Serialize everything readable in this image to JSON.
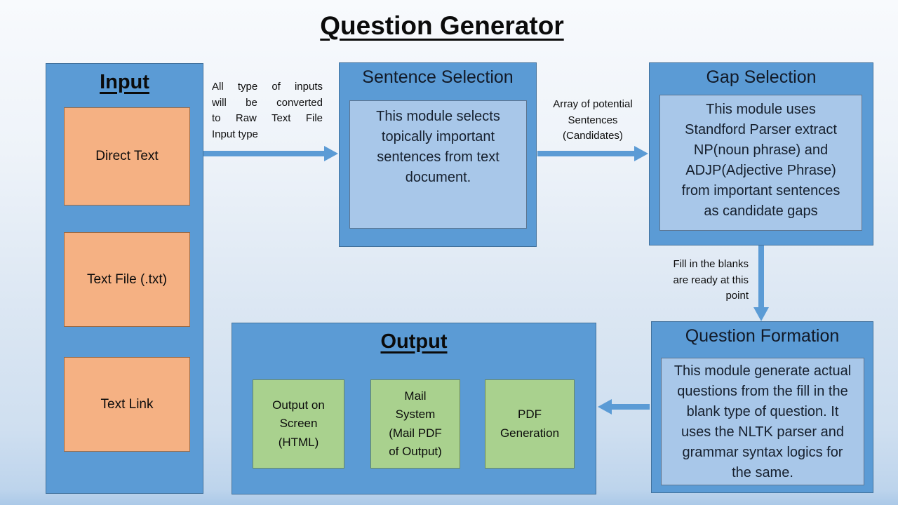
{
  "title": "Question Generator",
  "colors": {
    "group_blue": "#5b9bd5",
    "inner_light_blue": "#a8c7e9",
    "input_orange": "#f5b183",
    "output_green": "#a9d18e",
    "arrow_blue": "#5b9bd5",
    "background_top": "#f8fafd",
    "background_bottom": "#abc9e8"
  },
  "input": {
    "title": "Input",
    "items": [
      "Direct Text",
      "Text File (.txt)",
      "Text Link"
    ]
  },
  "modules": {
    "sentence_selection": {
      "title": "Sentence Selection",
      "body": "This module selects topically important sentences from text document."
    },
    "gap_selection": {
      "title": "Gap Selection",
      "body": "This module uses Standford Parser extract NP(noun phrase) and ADJP(Adjective Phrase) from important sentences as candidate gaps"
    },
    "question_formation": {
      "title": "Question Formation",
      "body": "This module generate actual questions from the fill in the blank type of question. It uses the NLTK parser and grammar syntax logics for the same."
    }
  },
  "output": {
    "title": "Output",
    "items": [
      "Output on Screen (HTML)",
      "Mail System (Mail PDF of Output)",
      "PDF Generation"
    ]
  },
  "arrow_labels": {
    "input_to_sentence_lines": [
      "All type of inputs",
      "will be converted",
      "to Raw Text File",
      "Input type"
    ],
    "sentence_to_gap": "Array of potential Sentences (Candidates)",
    "gap_to_question": "Fill in the blanks are ready at this point"
  }
}
